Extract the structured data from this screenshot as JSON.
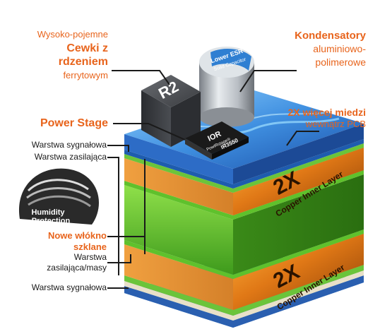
{
  "labels": {
    "coils": {
      "line1": "Wysoko-pojemne",
      "line2": "Cewki z",
      "line3": "rdzeniem",
      "line4": "ferrytowym"
    },
    "capacitors": {
      "line1": "Kondensatory",
      "line2": "aluminiowo-",
      "line3": "polimerowe"
    },
    "copper": {
      "line1": "2X więcej miedzi",
      "line2": "wewnątrz PCB"
    },
    "power_stage": "Power Stage",
    "signal_layer_top": "Warstwa sygnałowa",
    "power_layer_top": "Warstwa zasilająca",
    "glass_fiber": {
      "line1": "Nowe włókno",
      "line2": "szklane"
    },
    "power_ground": {
      "line1": "Warstwa",
      "line2": "zasilająca/masy"
    },
    "signal_layer_bottom": "Warstwa sygnałowa"
  },
  "humidity_badge": {
    "line1": "Humidity",
    "line2": "Protection"
  },
  "chip": {
    "logo": "IOR",
    "brand": "PowIRstage®",
    "model": "IR3550"
  },
  "capacitor_text": {
    "line1": "Lower ESR",
    "line2": "Solid Capacitor"
  },
  "copper_layer_text": {
    "big": "2X",
    "small": "Copper Inner Layer"
  },
  "colors": {
    "accent_orange": "#e8641c",
    "pcb_green": "#5fc12c",
    "copper": "#c86a12",
    "blue_layer": "#2e74c9"
  }
}
